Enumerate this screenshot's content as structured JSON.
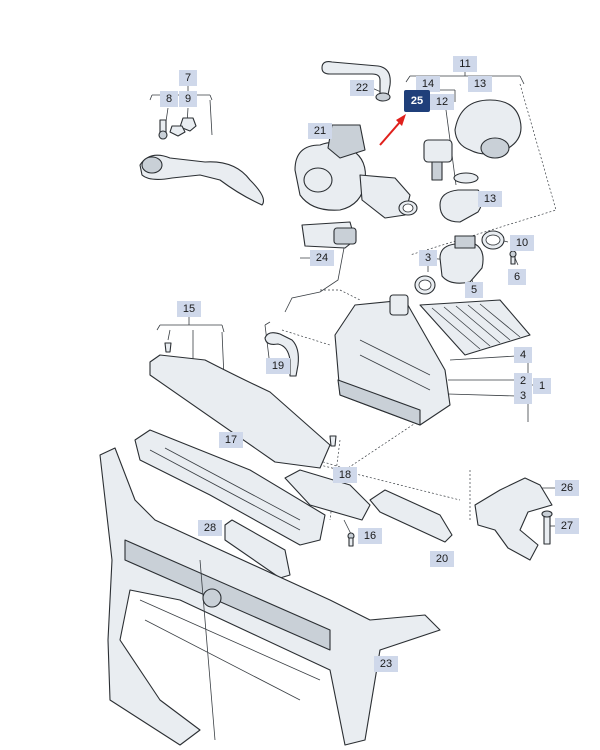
{
  "diagram": {
    "labels": [
      {
        "id": "1",
        "text": "1"
      },
      {
        "id": "2",
        "text": "2"
      },
      {
        "id": "3a",
        "text": "3"
      },
      {
        "id": "3b",
        "text": "3"
      },
      {
        "id": "4",
        "text": "4"
      },
      {
        "id": "5",
        "text": "5"
      },
      {
        "id": "6",
        "text": "6"
      },
      {
        "id": "7",
        "text": "7"
      },
      {
        "id": "8",
        "text": "8"
      },
      {
        "id": "9",
        "text": "9"
      },
      {
        "id": "10",
        "text": "10"
      },
      {
        "id": "11",
        "text": "11"
      },
      {
        "id": "12",
        "text": "12"
      },
      {
        "id": "13a",
        "text": "13"
      },
      {
        "id": "13b",
        "text": "13"
      },
      {
        "id": "14",
        "text": "14"
      },
      {
        "id": "15",
        "text": "15"
      },
      {
        "id": "16",
        "text": "16"
      },
      {
        "id": "17",
        "text": "17"
      },
      {
        "id": "18",
        "text": "18"
      },
      {
        "id": "19",
        "text": "19"
      },
      {
        "id": "20",
        "text": "20"
      },
      {
        "id": "21",
        "text": "21"
      },
      {
        "id": "22",
        "text": "22"
      },
      {
        "id": "23",
        "text": "23"
      },
      {
        "id": "24",
        "text": "24"
      },
      {
        "id": "26",
        "text": "26"
      },
      {
        "id": "27",
        "text": "27"
      },
      {
        "id": "28",
        "text": "28"
      }
    ],
    "highlight": {
      "text": "25"
    },
    "colors": {
      "label_bg": "#cfd8ea",
      "highlight_bg": "#1f3f7a",
      "arrow": "#e0201c"
    }
  }
}
